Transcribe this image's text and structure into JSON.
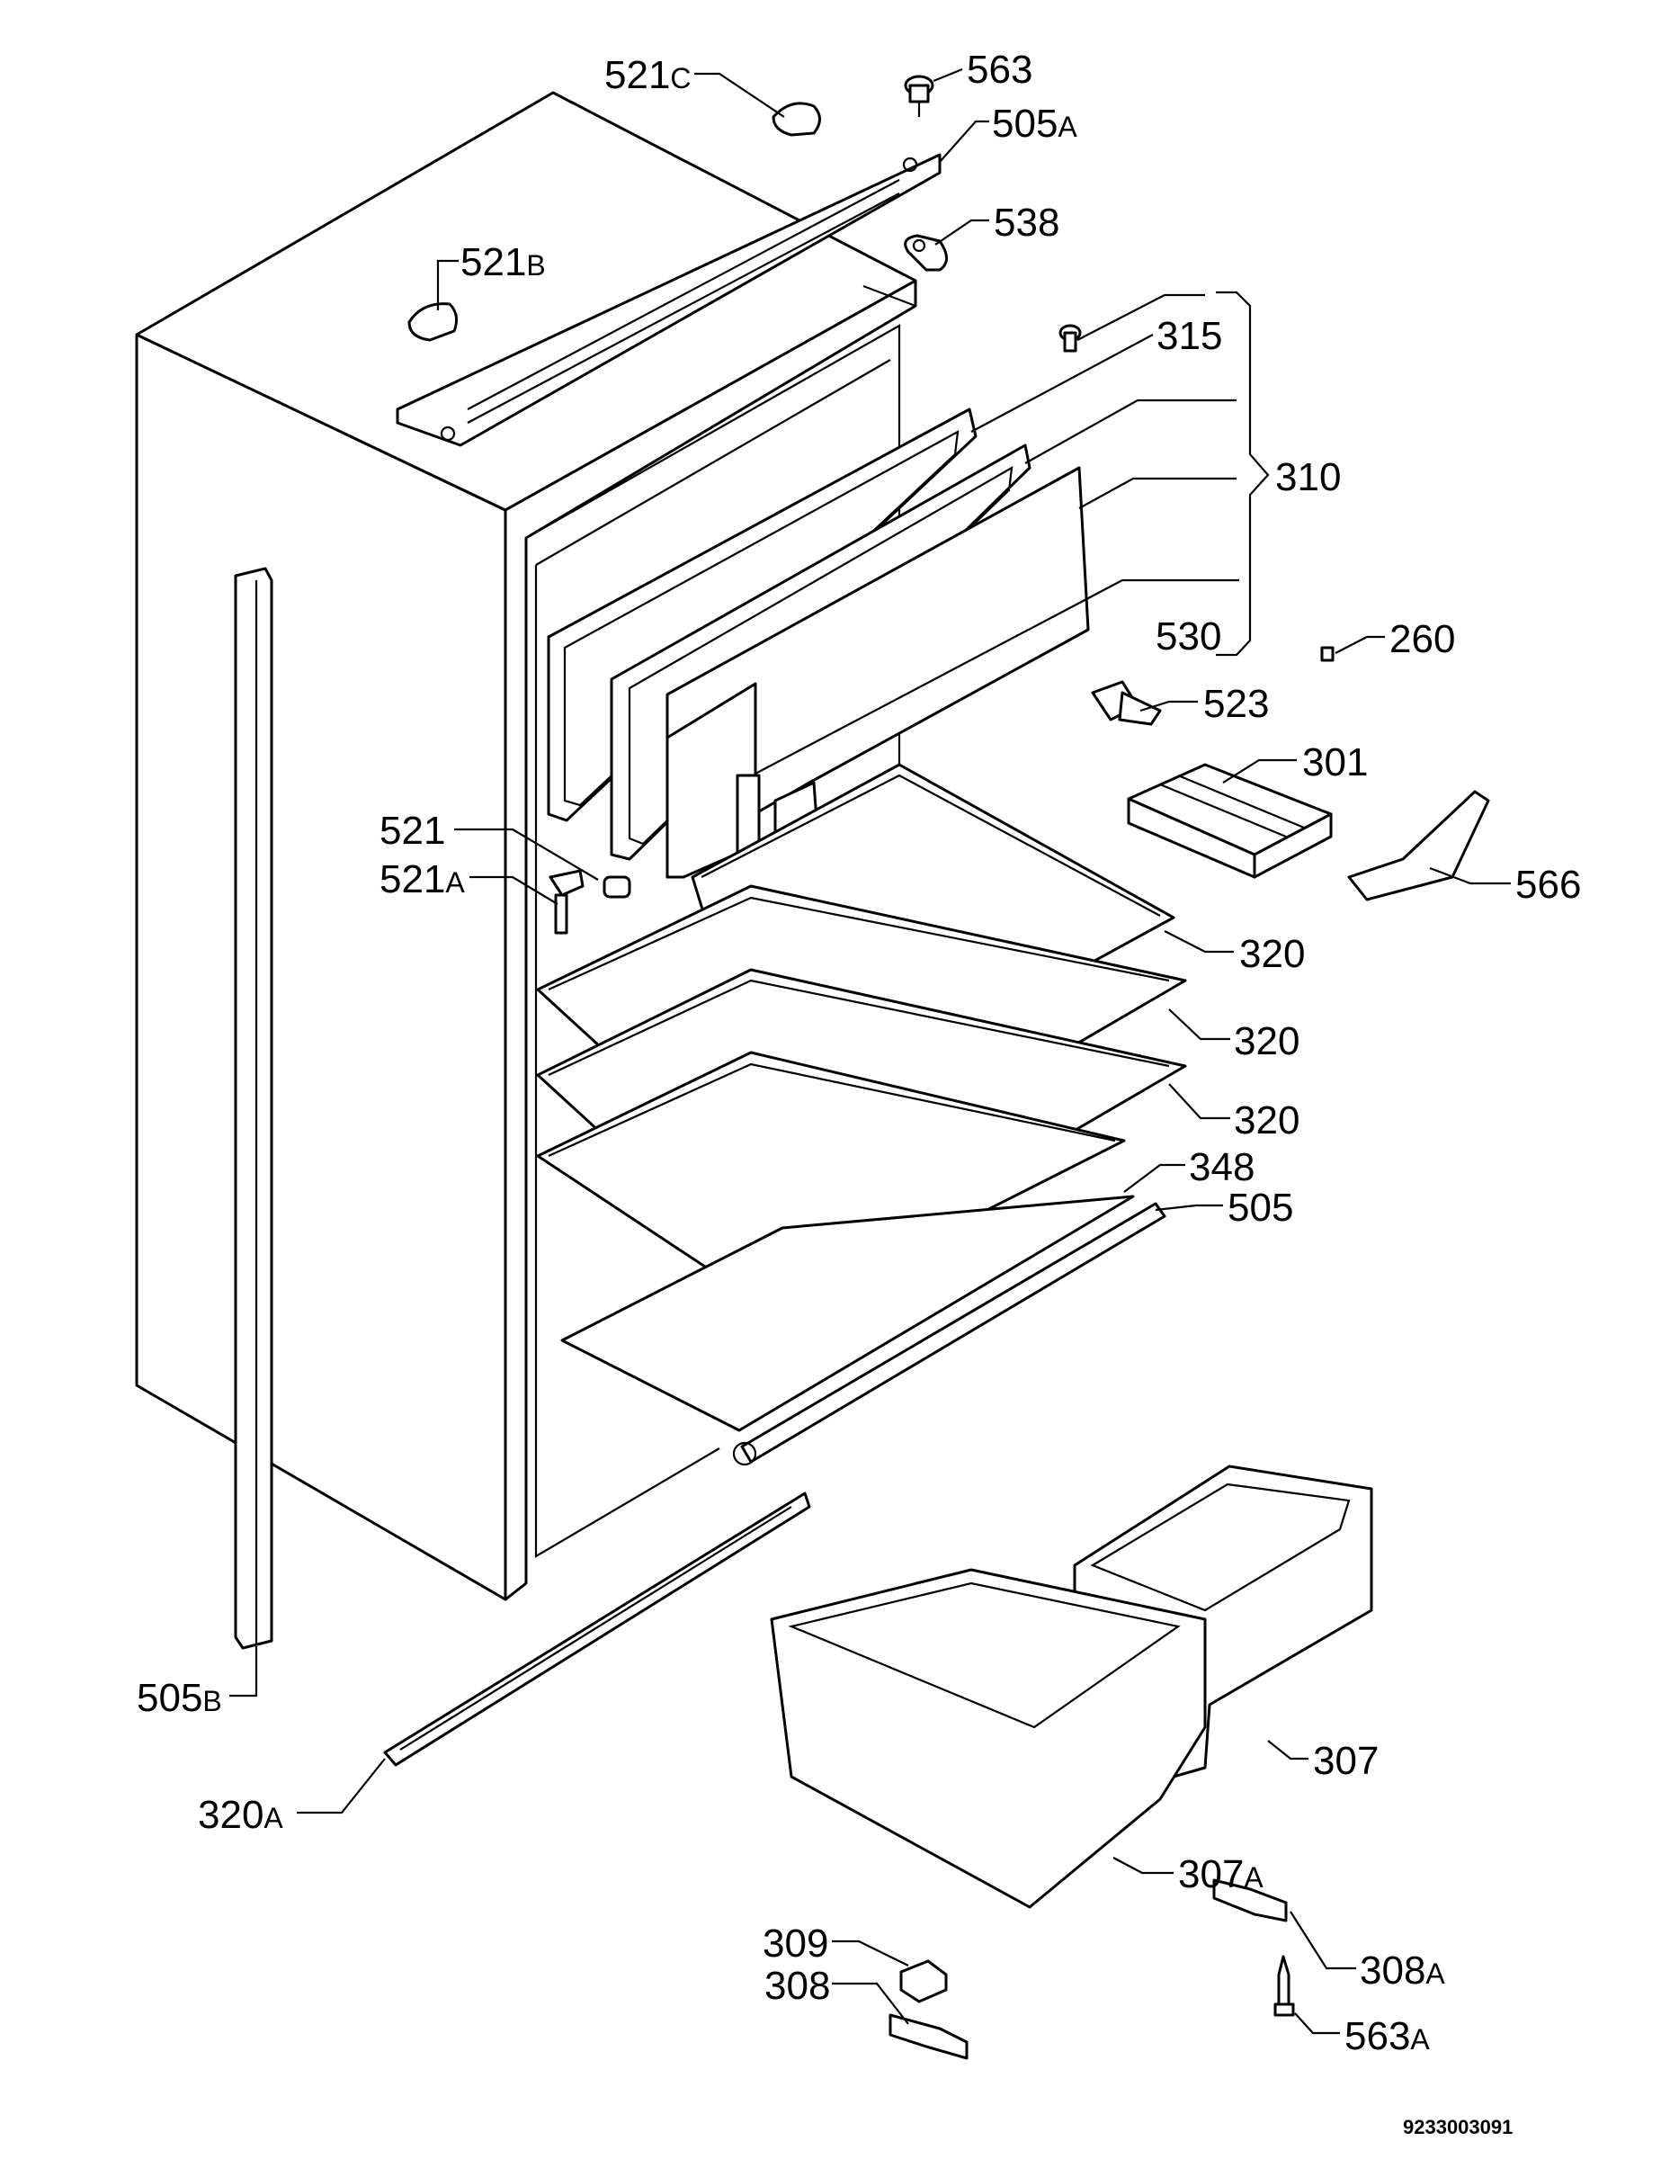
{
  "labels": {
    "l521c": {
      "num": "521",
      "suffix": "C"
    },
    "l563": {
      "num": "563",
      "suffix": ""
    },
    "l505a": {
      "num": "505",
      "suffix": "A"
    },
    "l538": {
      "num": "538",
      "suffix": ""
    },
    "l521b": {
      "num": "521",
      "suffix": "B"
    },
    "l315": {
      "num": "315",
      "suffix": ""
    },
    "l310": {
      "num": "310",
      "suffix": ""
    },
    "l260": {
      "num": "260",
      "suffix": ""
    },
    "l530": {
      "num": "530",
      "suffix": ""
    },
    "l523": {
      "num": "523",
      "suffix": ""
    },
    "l301": {
      "num": "301",
      "suffix": ""
    },
    "l521": {
      "num": "521",
      "suffix": ""
    },
    "l521a": {
      "num": "521",
      "suffix": "A"
    },
    "l566": {
      "num": "566",
      "suffix": ""
    },
    "l320_1": {
      "num": "320",
      "suffix": ""
    },
    "l320_2": {
      "num": "320",
      "suffix": ""
    },
    "l320_3": {
      "num": "320",
      "suffix": ""
    },
    "l348": {
      "num": "348",
      "suffix": ""
    },
    "l505": {
      "num": "505",
      "suffix": ""
    },
    "l505b": {
      "num": "505",
      "suffix": "B"
    },
    "l307": {
      "num": "307",
      "suffix": ""
    },
    "l320a": {
      "num": "320",
      "suffix": "A"
    },
    "l307a": {
      "num": "307",
      "suffix": "A"
    },
    "l309": {
      "num": "309",
      "suffix": ""
    },
    "l308": {
      "num": "308",
      "suffix": ""
    },
    "l308a": {
      "num": "308",
      "suffix": "A"
    },
    "l563a": {
      "num": "563",
      "suffix": "A"
    }
  },
  "drawing_code": "9233003091"
}
